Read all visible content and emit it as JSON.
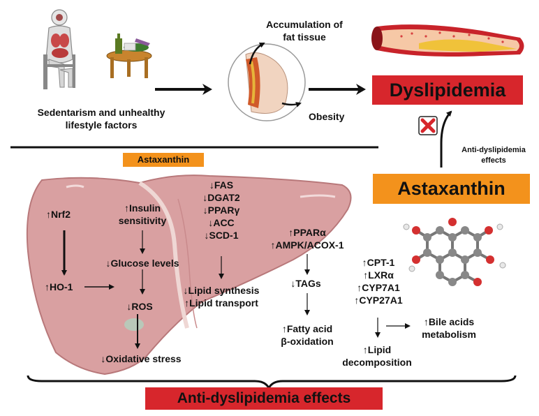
{
  "top": {
    "lifestyle_label_1": "Sedentarism and unhealthy",
    "lifestyle_label_2": "lifestyle factors",
    "fat_label_1": "Accumulation of",
    "fat_label_2": "fat tissue",
    "obesity_label": "Obesity",
    "dyslipidemia_label": "Dyslipidemia",
    "anti_effects_label_1": "Anti-dyslipidemia",
    "anti_effects_label_2": "effects",
    "astaxanthin_big_label": "Astaxanthin"
  },
  "liver": {
    "astaxanthin_tag": "Astaxanthin",
    "nrf2": "↑Nrf2",
    "ho1": "↑HO-1",
    "insulin_1": "↑Insulin",
    "insulin_2": "sensitivity",
    "glucose": "↓Glucose levels",
    "ros": "↓ROS",
    "oxidative": "↓Oxidative stress",
    "fas": "↓FAS",
    "dgat2": "↓DGAT2",
    "ppar_gamma": "↓PPARγ",
    "acc": "↓ACC",
    "scd1": "↓SCD-1",
    "lipid_synthesis": "↓Lipid synthesis",
    "lipid_transport": "↑Lipid transport",
    "ppar_alpha": "↑PPARα",
    "ampk": "↑AMPK/ACOX-1",
    "tags": "↓TAGs",
    "fatty_1": "↑Fatty acid",
    "fatty_2": "β-oxidation",
    "cpt1": "↑CPT-1",
    "lxr": "↑LXRα",
    "cyp7a1": "↑CYP7A1",
    "cyp27a1": "↑CYP27A1",
    "bile_1": "↑Bile acids",
    "bile_2": "metabolism",
    "lipid_decomp_1": "↑Lipid",
    "lipid_decomp_2": "decomposition"
  },
  "bottom": {
    "anti_dyslipidemia_effects": "Anti-dyslipidemia effects"
  },
  "colors": {
    "red_box": "#d7262c",
    "orange_box": "#f3921c",
    "liver_fill": "#d9a0a1",
    "liver_stroke": "#b8787a",
    "cross_red": "#d7262c"
  }
}
